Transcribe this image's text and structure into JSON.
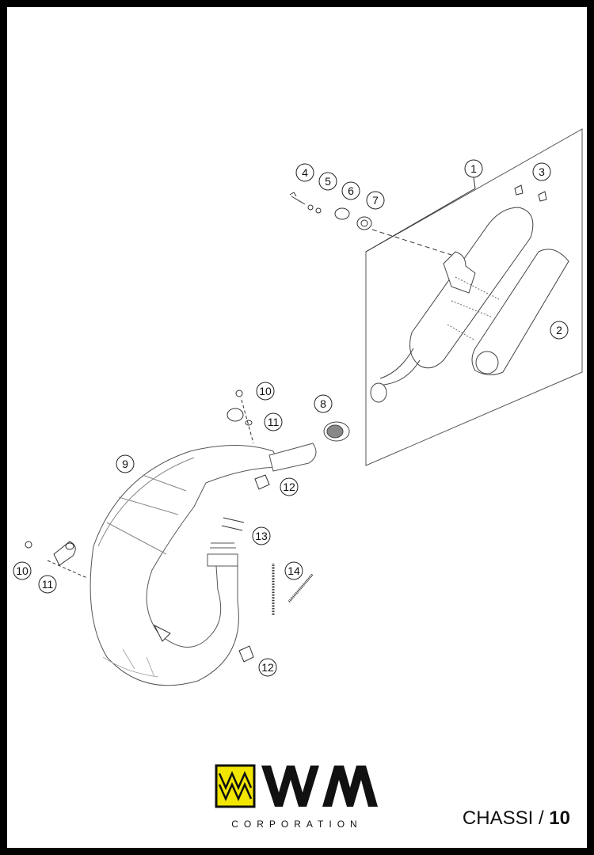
{
  "diagram": {
    "callouts": [
      {
        "id": "callout-1",
        "label": "1"
      },
      {
        "id": "callout-2",
        "label": "2"
      },
      {
        "id": "callout-3",
        "label": "3"
      },
      {
        "id": "callout-4",
        "label": "4"
      },
      {
        "id": "callout-5",
        "label": "5"
      },
      {
        "id": "callout-6",
        "label": "6"
      },
      {
        "id": "callout-7",
        "label": "7"
      },
      {
        "id": "callout-8",
        "label": "8"
      },
      {
        "id": "callout-9",
        "label": "9"
      },
      {
        "id": "callout-10a",
        "label": "10"
      },
      {
        "id": "callout-11a",
        "label": "11"
      },
      {
        "id": "callout-12a",
        "label": "12"
      },
      {
        "id": "callout-13",
        "label": "13"
      },
      {
        "id": "callout-14",
        "label": "14"
      },
      {
        "id": "callout-10b",
        "label": "10"
      },
      {
        "id": "callout-11b",
        "label": "11"
      },
      {
        "id": "callout-12b",
        "label": "12"
      }
    ]
  },
  "logo": {
    "brand": "WM",
    "subtitle": "CORPORATION",
    "accent_color": "#f2e600"
  },
  "footer": {
    "section": "CHASSI",
    "separator": " / ",
    "page_number": "10"
  }
}
